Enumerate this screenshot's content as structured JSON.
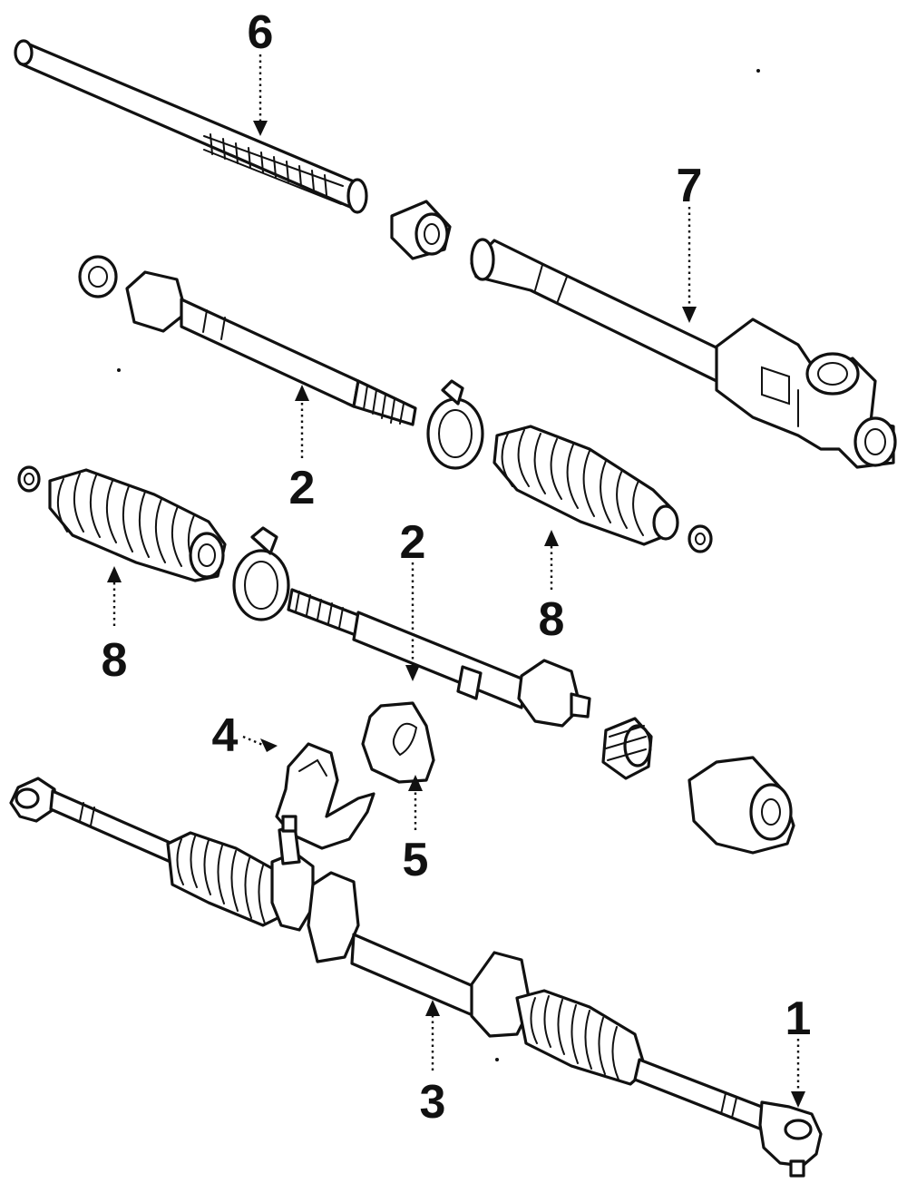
{
  "callouts": [
    {
      "id": "6",
      "text": "6"
    },
    {
      "id": "7",
      "text": "7"
    },
    {
      "id": "2a",
      "text": "2"
    },
    {
      "id": "2b",
      "text": "2"
    },
    {
      "id": "8a",
      "text": "8"
    },
    {
      "id": "8b",
      "text": "8"
    },
    {
      "id": "4",
      "text": "4"
    },
    {
      "id": "5",
      "text": "5"
    },
    {
      "id": "1",
      "text": "1"
    },
    {
      "id": "3",
      "text": "3"
    }
  ]
}
